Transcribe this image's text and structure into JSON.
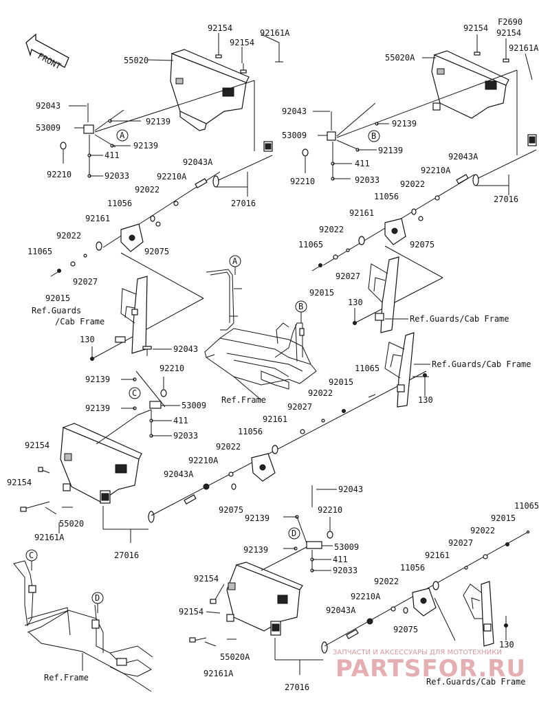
{
  "diagram_code": "F2690",
  "front_label": "FRONT",
  "circle_labels": {
    "A": "A",
    "B": "B",
    "C": "C",
    "D": "D"
  },
  "refs": {
    "guards_top_left": "Ref.Guards\n/Cab Frame",
    "guards_top_right": "Ref.Guards/Cab Frame",
    "guards_mid_right": "Ref.Guards/Cab Frame",
    "guards_bottom_right": "Ref.Guards/Cab Frame",
    "frame_center": "Ref.Frame",
    "frame_bottom_left": "Ref.Frame"
  },
  "parts": {
    "p92154": "92154",
    "p92161A": "92161A",
    "p55020": "55020",
    "p55020A": "55020A",
    "p92043": "92043",
    "p92043A": "92043A",
    "p53009": "53009",
    "p92139": "92139",
    "p92210": "92210",
    "p92210A": "92210A",
    "p411": "411",
    "p92033": "92033",
    "p27016": "27016",
    "p92022": "92022",
    "p11056": "11056",
    "p92161": "92161",
    "p92075": "92075",
    "p11065": "11065",
    "p92027": "92027",
    "p92015": "92015",
    "p130": "130"
  },
  "watermark": {
    "line1": "ЗАПЧАСТИ И АКСЕССУАРЫ ДЛЯ МОТОТЕХНИКИ",
    "line2": "PARTSFOR.RU"
  }
}
